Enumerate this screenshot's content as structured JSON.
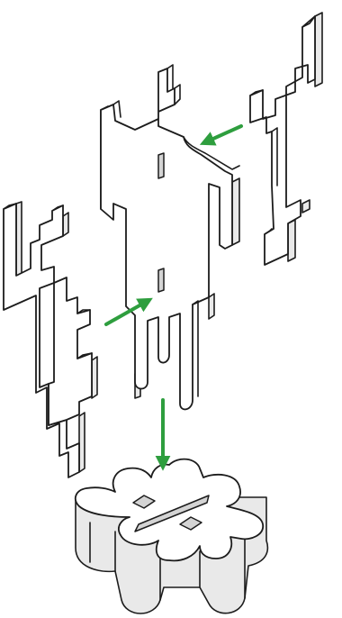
{
  "diagram": {
    "colors": {
      "arrow": "#2e9e3e",
      "outline": "#1c1c1c",
      "fill": "#ffffff",
      "shade": "#e9e9e9"
    },
    "parts": [
      {
        "name": "center-frame-piece",
        "label": ""
      },
      {
        "name": "right-side-piece",
        "label": ""
      },
      {
        "name": "left-side-piece",
        "label": ""
      },
      {
        "name": "gear-base",
        "label": ""
      }
    ],
    "arrows": [
      {
        "name": "arrow-right-to-center",
        "direction": "left"
      },
      {
        "name": "arrow-left-to-center",
        "direction": "up-right"
      },
      {
        "name": "arrow-down-to-base",
        "direction": "down"
      }
    ]
  }
}
